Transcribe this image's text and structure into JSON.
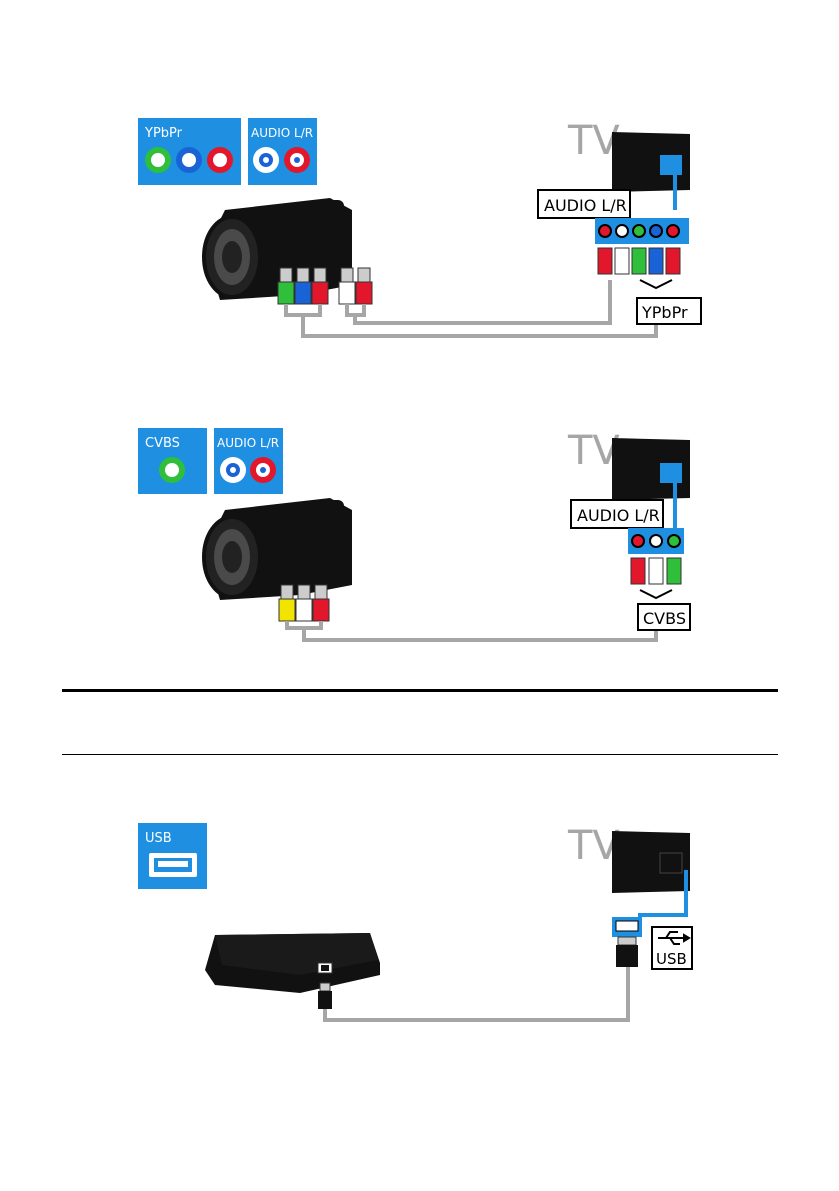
{
  "diagram1": {
    "tv_label": "TV",
    "labels": {
      "ypbpr": "YPbPr",
      "audio": "AUDIO L/R"
    },
    "callouts": {
      "audio": "AUDIO L/R",
      "ypbpr": "YPbPr"
    }
  },
  "diagram2": {
    "tv_label": "TV",
    "labels": {
      "cvbs": "CVBS",
      "audio": "AUDIO L/R"
    },
    "callouts": {
      "audio": "AUDIO L/R",
      "cvbs": "CVBS"
    }
  },
  "diagram3": {
    "tv_label": "TV",
    "labels": {
      "usb": "USB"
    },
    "callouts": {
      "usb": "USB"
    }
  },
  "colors": {
    "port_blue": "#1e8fe1",
    "cable_gray": "#a6a6a6",
    "red": "#e3172b",
    "green": "#2fbf3a",
    "blue": "#1a63d6",
    "yellow": "#f1e400"
  }
}
